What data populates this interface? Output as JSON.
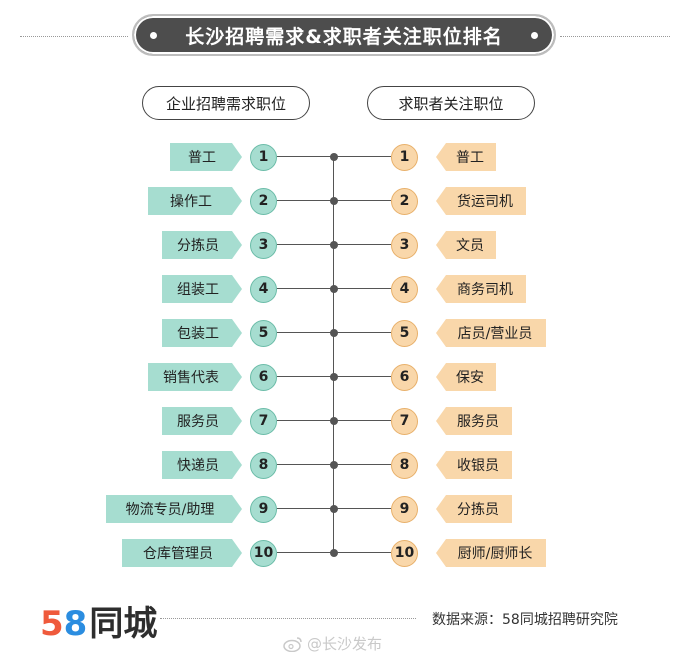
{
  "title": "长沙招聘需求&求职者关注职位排名",
  "left_header": "企业招聘需求职位",
  "right_header": "求职者关注职位",
  "ranks": [
    "1",
    "2",
    "3",
    "4",
    "5",
    "6",
    "7",
    "8",
    "9",
    "10"
  ],
  "left_items": [
    "普工",
    "操作工",
    "分拣员",
    "组装工",
    "包装工",
    "销售代表",
    "服务员",
    "快递员",
    "物流专员/助理",
    "仓库管理员"
  ],
  "right_items": [
    "普工",
    "货运司机",
    "文员",
    "商务司机",
    "店员/营业员",
    "保安",
    "服务员",
    "收银员",
    "分拣员",
    "厨师/厨师长"
  ],
  "logo_digit_5": "5",
  "logo_digit_8": "8",
  "logo_text": "同城",
  "source": "数据来源：58同城招聘研究院",
  "watermark": "@长沙发布",
  "colors": {
    "left": "#a6ddd0",
    "right": "#f9d7aa",
    "title_bg": "#4d4d4d"
  }
}
